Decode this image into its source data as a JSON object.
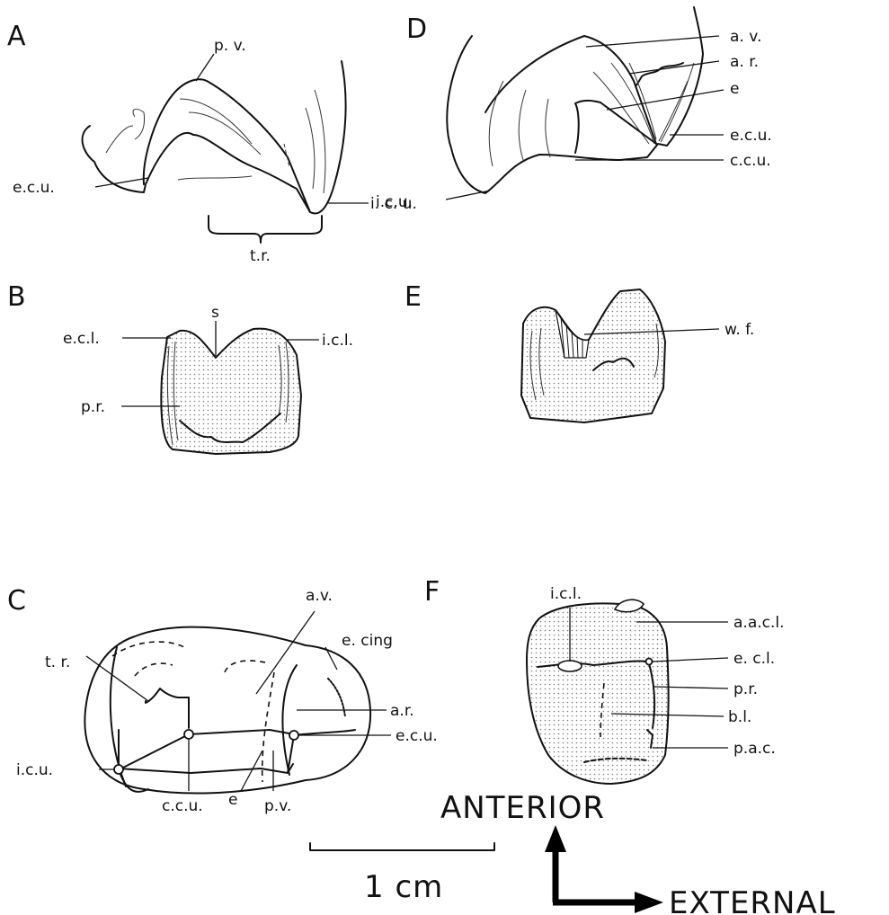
{
  "panels": {
    "A": {
      "letter": "A",
      "labels": {
        "pv": "p. v.",
        "ecu": "e.c.u.",
        "icu": "i. c. u.",
        "tr": "t.r."
      }
    },
    "B": {
      "letter": "B",
      "labels": {
        "s": "s",
        "ecl": "e.c.l.",
        "icl": "i.c.l.",
        "pr": "p.r."
      }
    },
    "C": {
      "letter": "C",
      "labels": {
        "av": "a.v.",
        "ecing": "e. cing",
        "tr": "t. r.",
        "ar": "a.r.",
        "icu": "i.c.u.",
        "ecu": "e.c.u.",
        "e": "e",
        "ccu": "c.c.u.",
        "pv": "p.v."
      }
    },
    "D": {
      "letter": "D",
      "labels": {
        "av": "a. v.",
        "ar": "a. r.",
        "e": "e",
        "ecu": "e.c.u.",
        "ccu": "c.c.u.",
        "icu": "i.c.u."
      }
    },
    "E": {
      "letter": "E",
      "labels": {
        "wf": "w. f."
      }
    },
    "F": {
      "letter": "F",
      "labels": {
        "icl": "i.c.l.",
        "aacl": "a.a.c.l.",
        "ecl": "e. c.l.",
        "pr": "p.r.",
        "bl": "b.l.",
        "pac": "p.a.c."
      }
    }
  },
  "scale_bar": {
    "label": "1 cm"
  },
  "orientation": {
    "anterior": "ANTERIOR",
    "external": "EXTERNAL"
  }
}
